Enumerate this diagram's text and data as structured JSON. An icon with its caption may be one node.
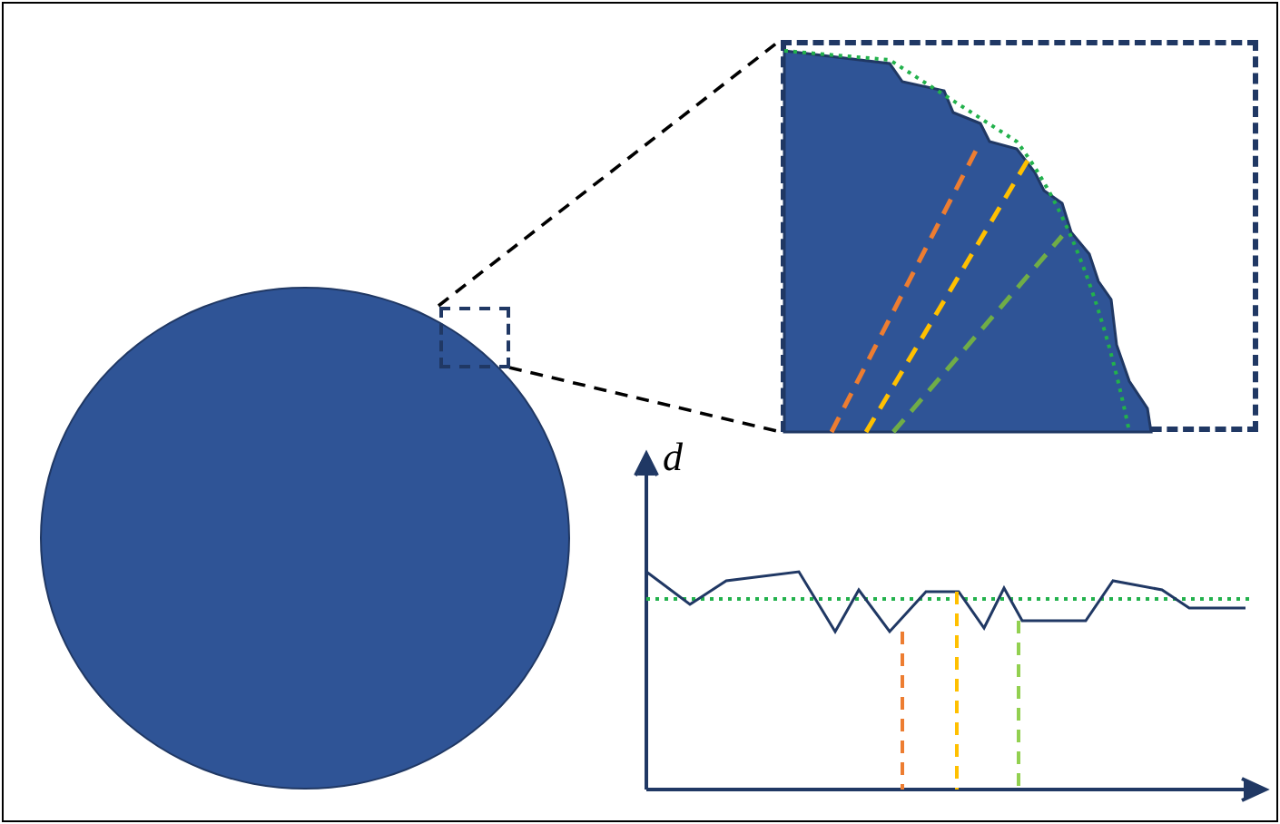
{
  "diagram": {
    "nodes": [
      {
        "text": [],
        "shape": "circle"
      },
      {
        "text": [],
        "shape": "box",
        "in": 0
      },
      {
        "text": [],
        "shape": "picture"
      }
    ],
    "edges": [
      {
        "from": 1,
        "to": 2,
        "arrow": "none",
        "style": "dashed"
      },
      {
        "from": 1,
        "to": 2,
        "arrow": "none",
        "style": "dashed"
      }
    ],
    "labels": [
      "d"
    ]
  }
}
